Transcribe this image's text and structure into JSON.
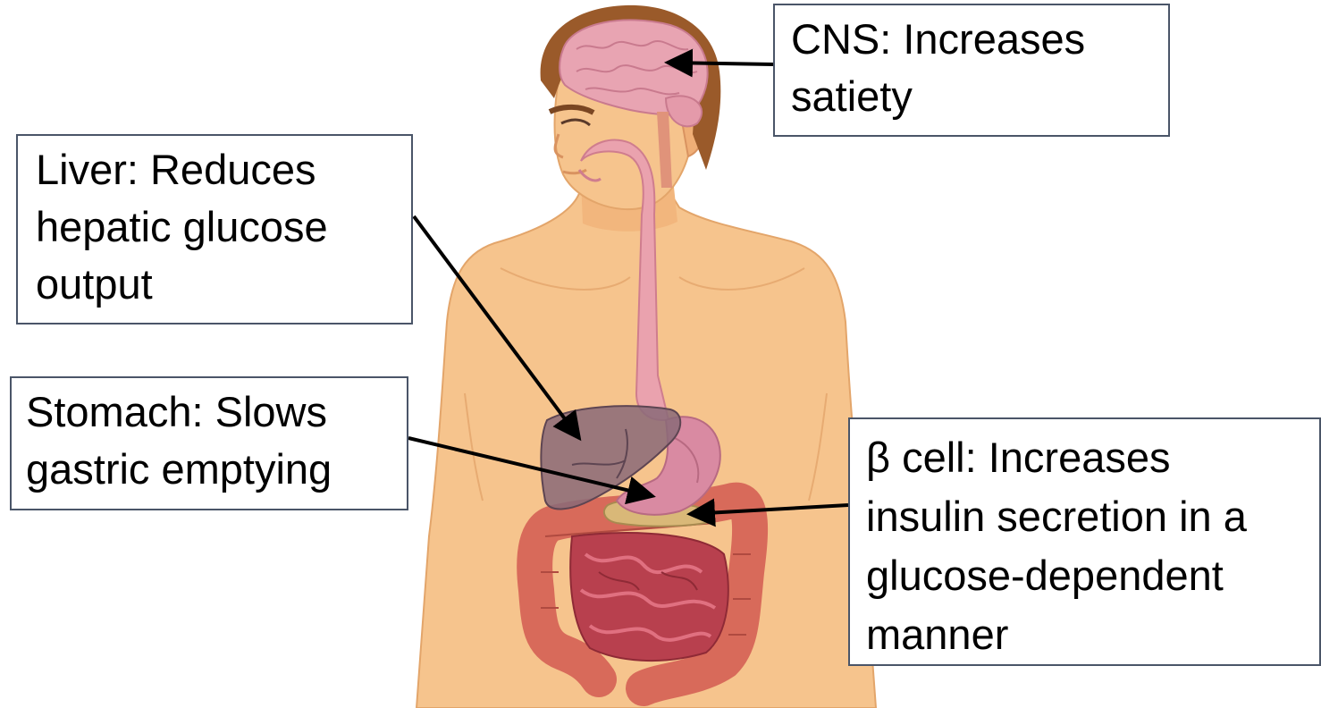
{
  "labels": {
    "cns": [
      "CNS: Increases",
      "satiety"
    ],
    "liver": [
      "Liver: Reduces",
      "hepatic glucose",
      "output"
    ],
    "stomach": [
      "Stomach: Slows",
      "gastric emptying"
    ],
    "beta_cell": [
      "β cell: Increases",
      "insulin secretion in a",
      "glucose-dependent",
      "manner"
    ]
  },
  "colors": {
    "skin": "#f6c48d",
    "hair": "#9a5a2a",
    "brain": "#e8a4b2",
    "liver": "#8a6a78",
    "stomach": "#d98aa2",
    "intestine": "#c4505a",
    "colon": "#d86a5a",
    "pancreas": "#d9b878",
    "arrow": "#000000",
    "box_border": "#4a5568"
  }
}
